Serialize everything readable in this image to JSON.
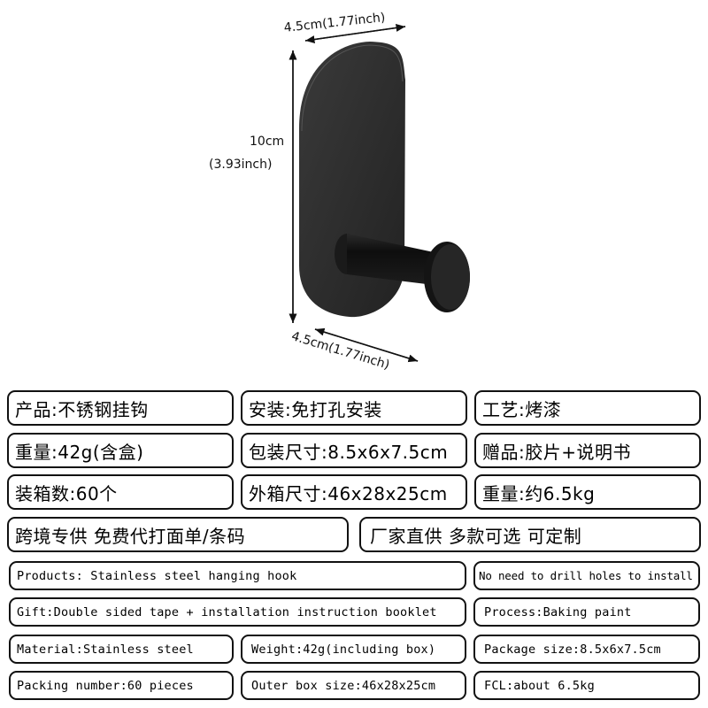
{
  "dimensions": {
    "top_width": "4.5cm(1.77inch)",
    "height_cm": "10cm",
    "height_inch": "(3.93inch)",
    "bottom_width": "4.5cm(1.77inch)"
  },
  "product_colors": {
    "plate": "#2c2c2c",
    "knob": "#1a1a1a"
  },
  "cn_specs": [
    [
      "产品:不锈钢挂钩",
      "安装:免打孔安装",
      "工艺:烤漆"
    ],
    [
      "重量:42g(含盒)",
      "包装尺寸:8.5x6x7.5cm",
      "赠品:胶片+说明书"
    ],
    [
      "装箱数:60个",
      "外箱尺寸:46x28x25cm",
      "重量:约6.5kg"
    ]
  ],
  "cn_banners": [
    "跨境专供 免费代打面单/条码",
    "厂家直供 多款可选 可定制"
  ],
  "en_specs": {
    "products": "Products: Stainless steel hanging hook",
    "no_drill": "No need to drill holes to install",
    "gift": "Gift:Double sided tape + installation instruction booklet",
    "process": "Process:Baking paint",
    "material": "Material:Stainless steel",
    "weight": "Weight:42g(including box)",
    "package_size": "Package size:8.5x6x7.5cm",
    "packing_number": "Packing number:60 pieces",
    "outer_box": "Outer box size:46x28x25cm",
    "fcl": "FCL:about 6.5kg"
  }
}
